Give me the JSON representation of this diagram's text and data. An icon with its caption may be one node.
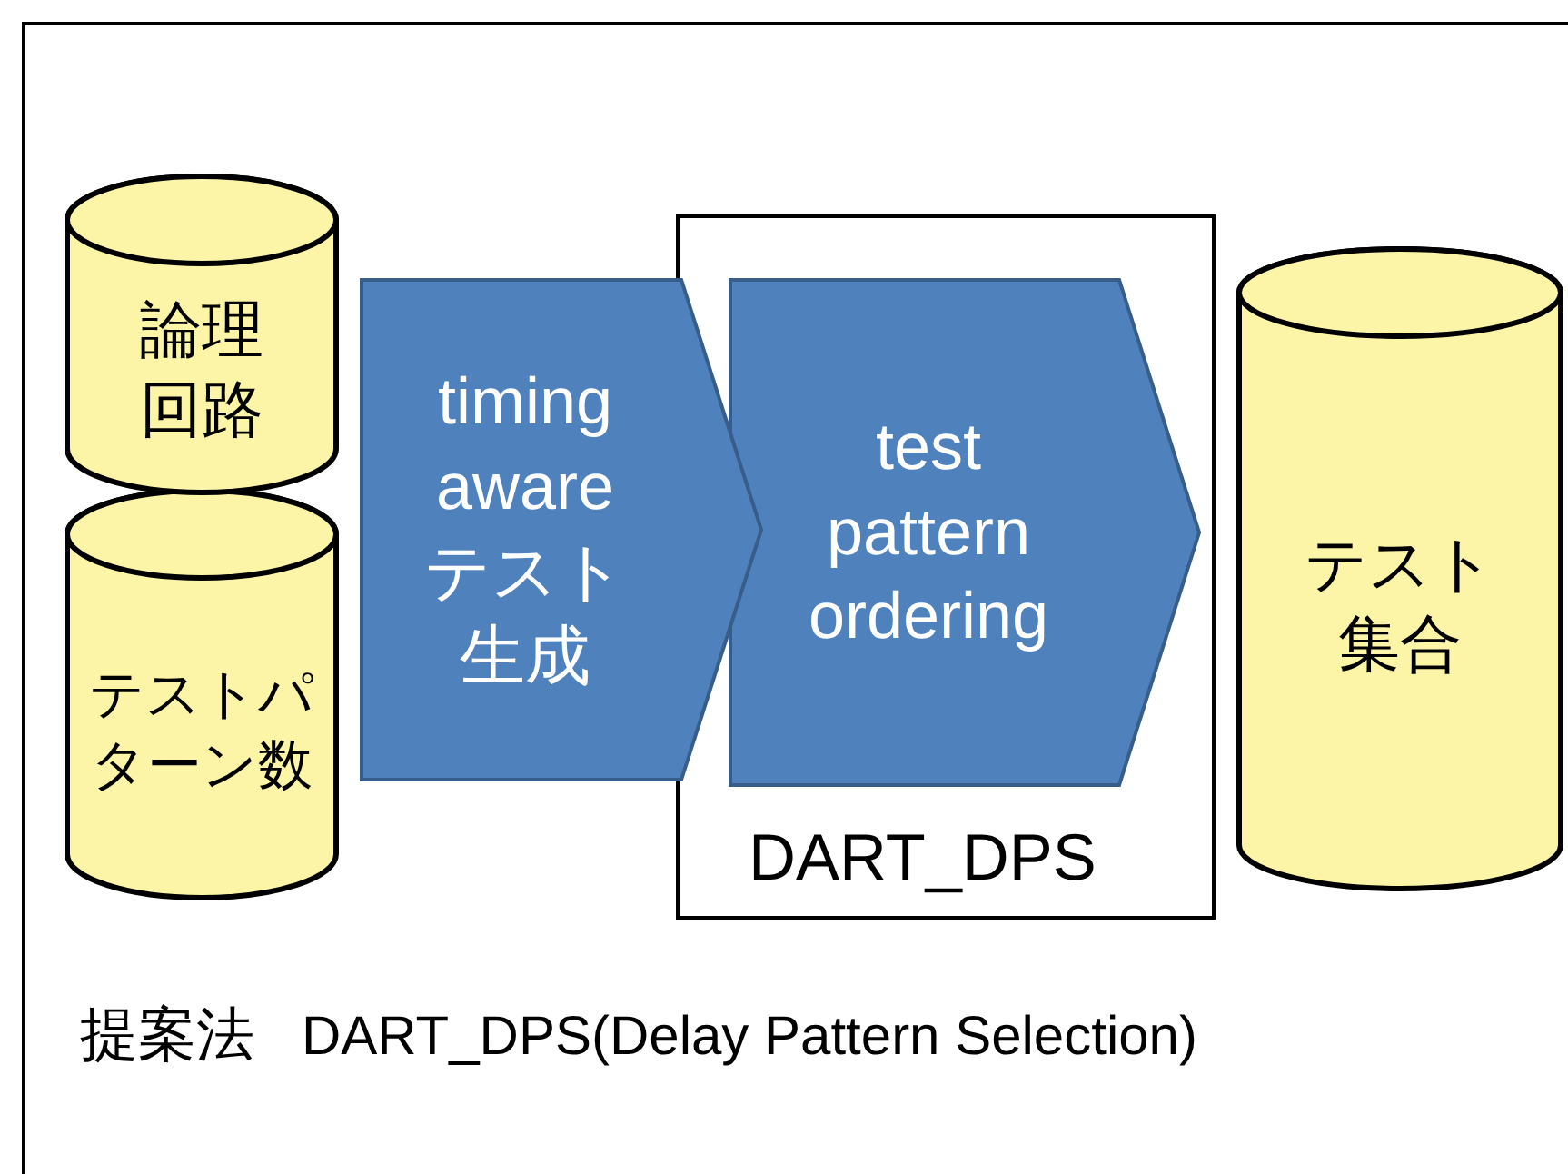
{
  "diagram": {
    "nodes": [
      {
        "text": [
          "論理回路"
        ]
      },
      {
        "text": [
          "テストパターン数"
        ]
      },
      {
        "text": [
          "timing aware テスト生成"
        ]
      },
      {
        "text": [
          "DART_DPS"
        ]
      },
      {
        "text": [
          "test pattern ordering"
        ],
        "in": 3
      },
      {
        "text": [
          "テスト集合"
        ]
      }
    ],
    "edges": [],
    "labels": [
      "提案法",
      "DART_DPS(Delay Pattern Selection)"
    ]
  }
}
